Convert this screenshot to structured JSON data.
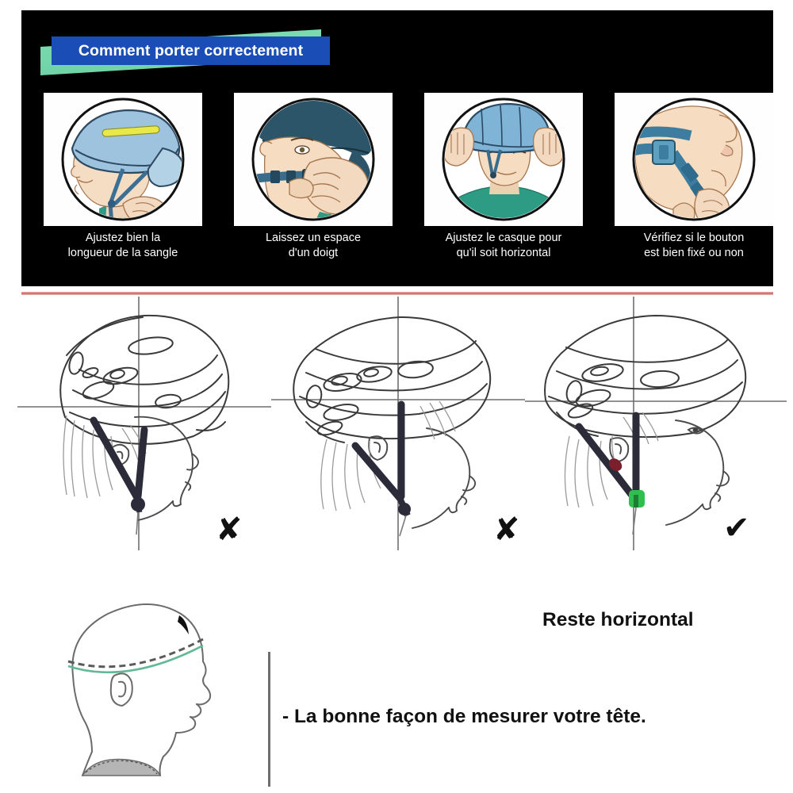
{
  "header": {
    "banner_title": "Comment porter correctement",
    "banner_blue": "#1a4db5",
    "banner_green": "#7ddbb0",
    "panel_bg": "#000000"
  },
  "steps": [
    {
      "id": "step-1",
      "icon": "helmet-strap-length-photo",
      "caption_line1": "Ajustez bien la",
      "caption_line2": "longueur de la sangle"
    },
    {
      "id": "step-2",
      "icon": "finger-gap-chin-strap-photo",
      "caption_line1": "Laissez un espace",
      "caption_line2": "d'un doigt"
    },
    {
      "id": "step-3",
      "icon": "level-helmet-adjust-photo",
      "caption_line1": "Ajustez le casque pour",
      "caption_line2": "qu'il soit horizontal"
    },
    {
      "id": "step-4",
      "icon": "buckle-check-photo",
      "caption_line1": "Vérifiez si le bouton",
      "caption_line2": "est bien fixé ou non"
    }
  ],
  "divider": {
    "color": "#c9635f"
  },
  "fit_examples": [
    {
      "id": "fit-too-far-back",
      "mark": "✘",
      "mark_label": "cross-mark",
      "correct": false
    },
    {
      "id": "fit-too-far-forward",
      "mark": "✘",
      "mark_label": "cross-mark",
      "correct": false
    },
    {
      "id": "fit-correct",
      "mark": "✔",
      "mark_label": "check-mark",
      "correct": true,
      "accent_green": "#2fbf4f",
      "accent_red": "#7a1f2b"
    }
  ],
  "measure": {
    "heading": "Reste horizontal",
    "note": "- La bonne façon de mesurer votre tête.",
    "tape_color": "#63b898"
  }
}
